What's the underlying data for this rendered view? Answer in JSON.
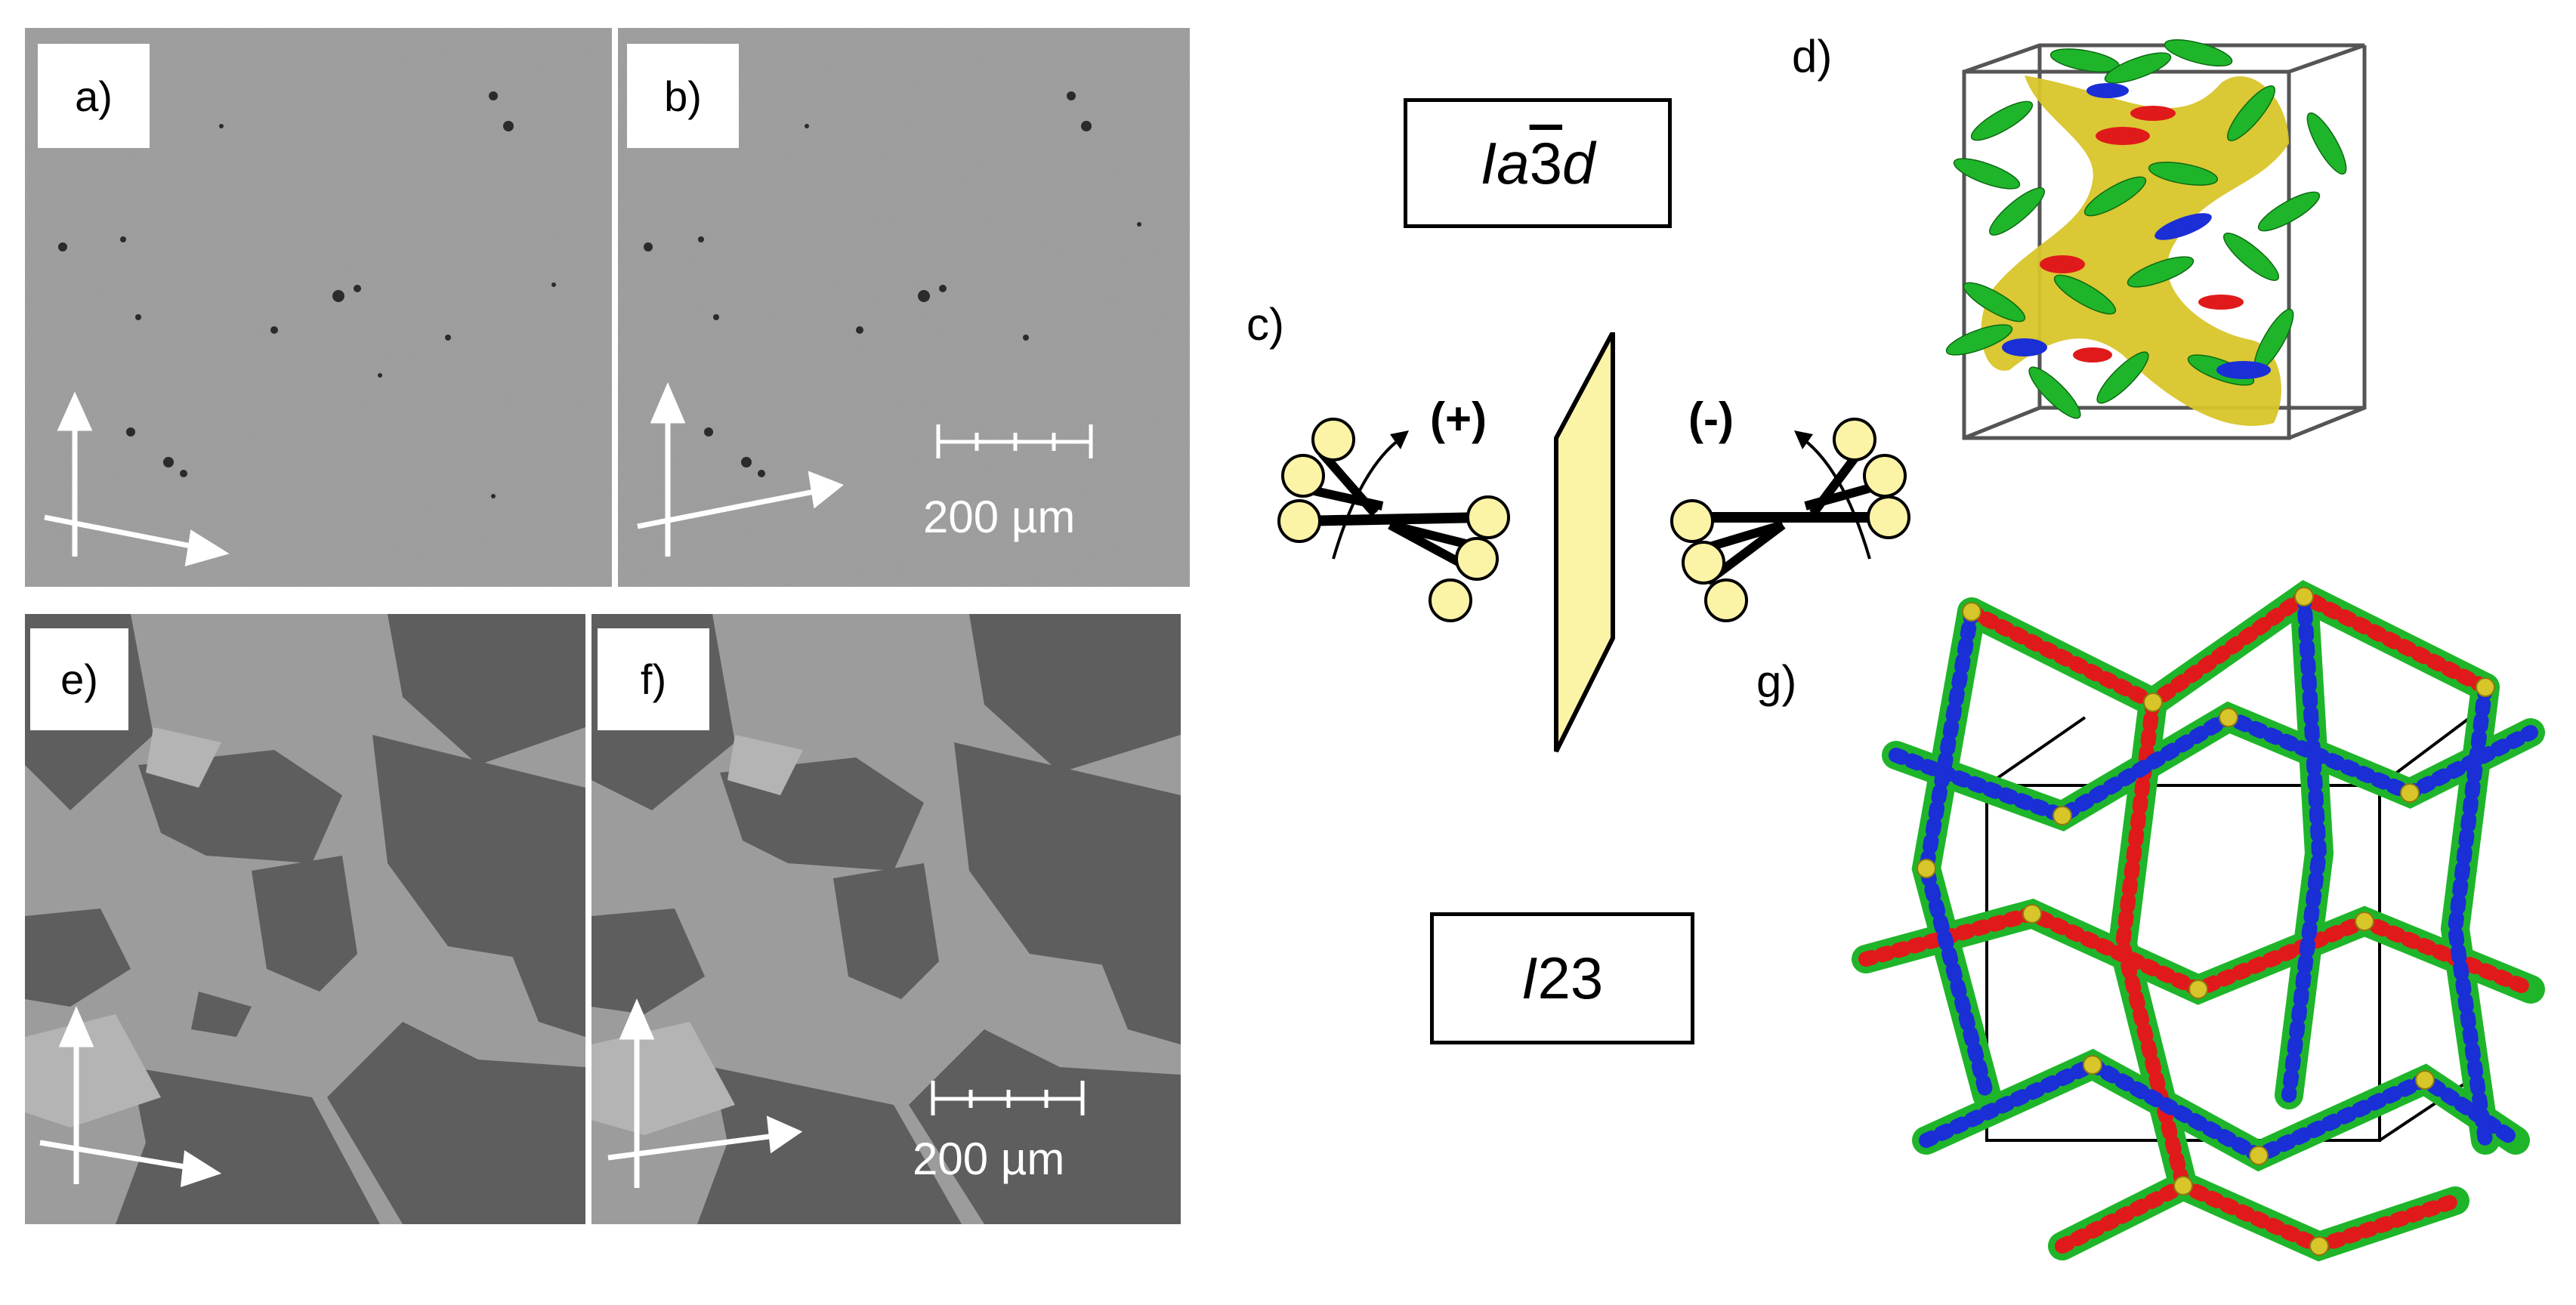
{
  "panels": {
    "a": {
      "label": "a)"
    },
    "b": {
      "label": "b)",
      "scale_bar": "200 µm"
    },
    "c": {
      "label": "c)",
      "left_sign": "(+)",
      "right_sign": "(-)"
    },
    "d": {
      "label": "d)"
    },
    "e": {
      "label": "e)"
    },
    "f": {
      "label": "f)",
      "scale_bar": "200 µm"
    },
    "g": {
      "label": "g)"
    }
  },
  "space_groups": {
    "top": {
      "prefix": "Ia",
      "digit": "3",
      "suffix": "d"
    },
    "bottom": {
      "prefix": "I",
      "suffix": "23"
    }
  },
  "colors": {
    "micrograph_top": "#9a9a9a",
    "micrograph_bottom_light": "#9c9c9c",
    "micrograph_bottom_dark": "#5e5e5e",
    "molecule_fill": "#fbf3a6",
    "mirror_fill": "#fbf3a6",
    "cube_surface": "#d8c52a",
    "helix_green": "#1fb52a",
    "helix_red": "#e01a1a",
    "helix_blue": "#1a2fd6"
  }
}
